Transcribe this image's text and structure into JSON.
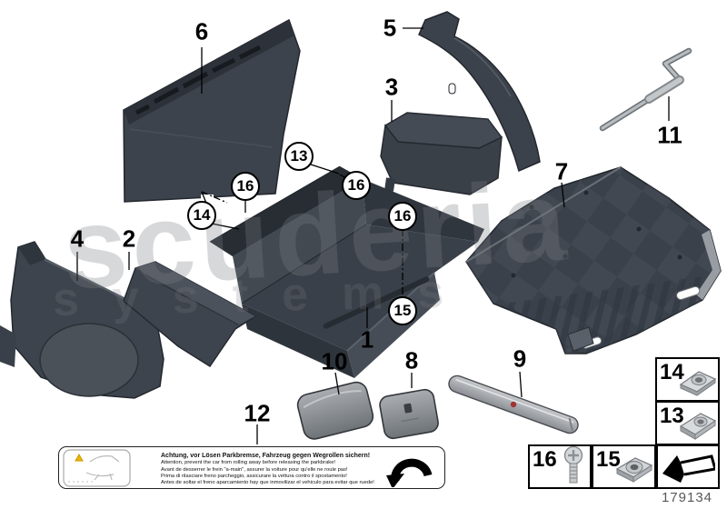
{
  "diagram_id": "179134",
  "watermark": {
    "line1": "scuderia",
    "line2": "systems"
  },
  "callouts": {
    "c1": "1",
    "c2": "2",
    "c3": "3",
    "c4": "4",
    "c5": "5",
    "c6": "6",
    "c7": "7",
    "c8": "8",
    "c9": "9",
    "c10": "10",
    "c11": "11",
    "c12": "12",
    "c13": "13",
    "c14": "14",
    "c15": "15",
    "c16": "16"
  },
  "warning": {
    "title": "Achtung, vor Lösen Parkbremse, Fahrzeug gegen Wegrollen sichern!",
    "line_en": "Attention, prevent the car from rolling away before releasing the parkbrake!",
    "line_fr": "Avant de desserrer le frein \"a-main\", assurer la voiture pour qu'elle ne roule pas!",
    "line_it": "Prima di rilasciare freno parcheggio, assicurare la vettura contro il spostamento!",
    "line_es": "Antes de soltar el freno aparcamiento hay que inmovilizar el vehiculo para evitar que ruede!"
  },
  "icons": {
    "rotate_arrow": "curved-rotation-arrow",
    "direction_arrow": "bent-install-direction-arrow",
    "warning_triangle": "yellow-warning-triangle",
    "screw_16": "phillips-pan-head-screw",
    "clip_nut_14": "sheet-metal-clip-nut",
    "clip_nut_13": "sheet-metal-clip-nut",
    "cage_nut_15": "cage-nut",
    "tool_11": "crank-tool"
  },
  "colors": {
    "panel_dark": "#3d434c",
    "panel_edge": "#23272e",
    "metal_light": "#c9ccce",
    "emblem_red": "#a03434",
    "warning_yellow": "#f0b400",
    "watermark_gray": "#797d83"
  }
}
